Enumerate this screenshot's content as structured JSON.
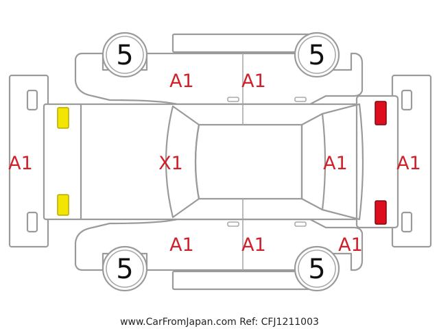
{
  "diagram": {
    "colors": {
      "outline": "#9a9a9a",
      "damage_code": "#d0202a",
      "front_lamp": "#f2e600",
      "rear_lamp": "#dd0f1f",
      "tire_text": "#111111"
    },
    "codes": {
      "front_bumper": "A1",
      "hood": "X1",
      "left_front_door": "A1",
      "left_rear_door": "A1",
      "right_front_door": "A1",
      "right_rear_door": "A1",
      "roof": "A1",
      "rear_bumper": "A1",
      "rear_quarter": "A1"
    },
    "tires": {
      "left_front": "5",
      "left_rear": "5",
      "right_front": "5",
      "right_rear": "5"
    }
  },
  "footer": {
    "source": "www.CarFromJapan.com Ref: CFJ1211003"
  }
}
